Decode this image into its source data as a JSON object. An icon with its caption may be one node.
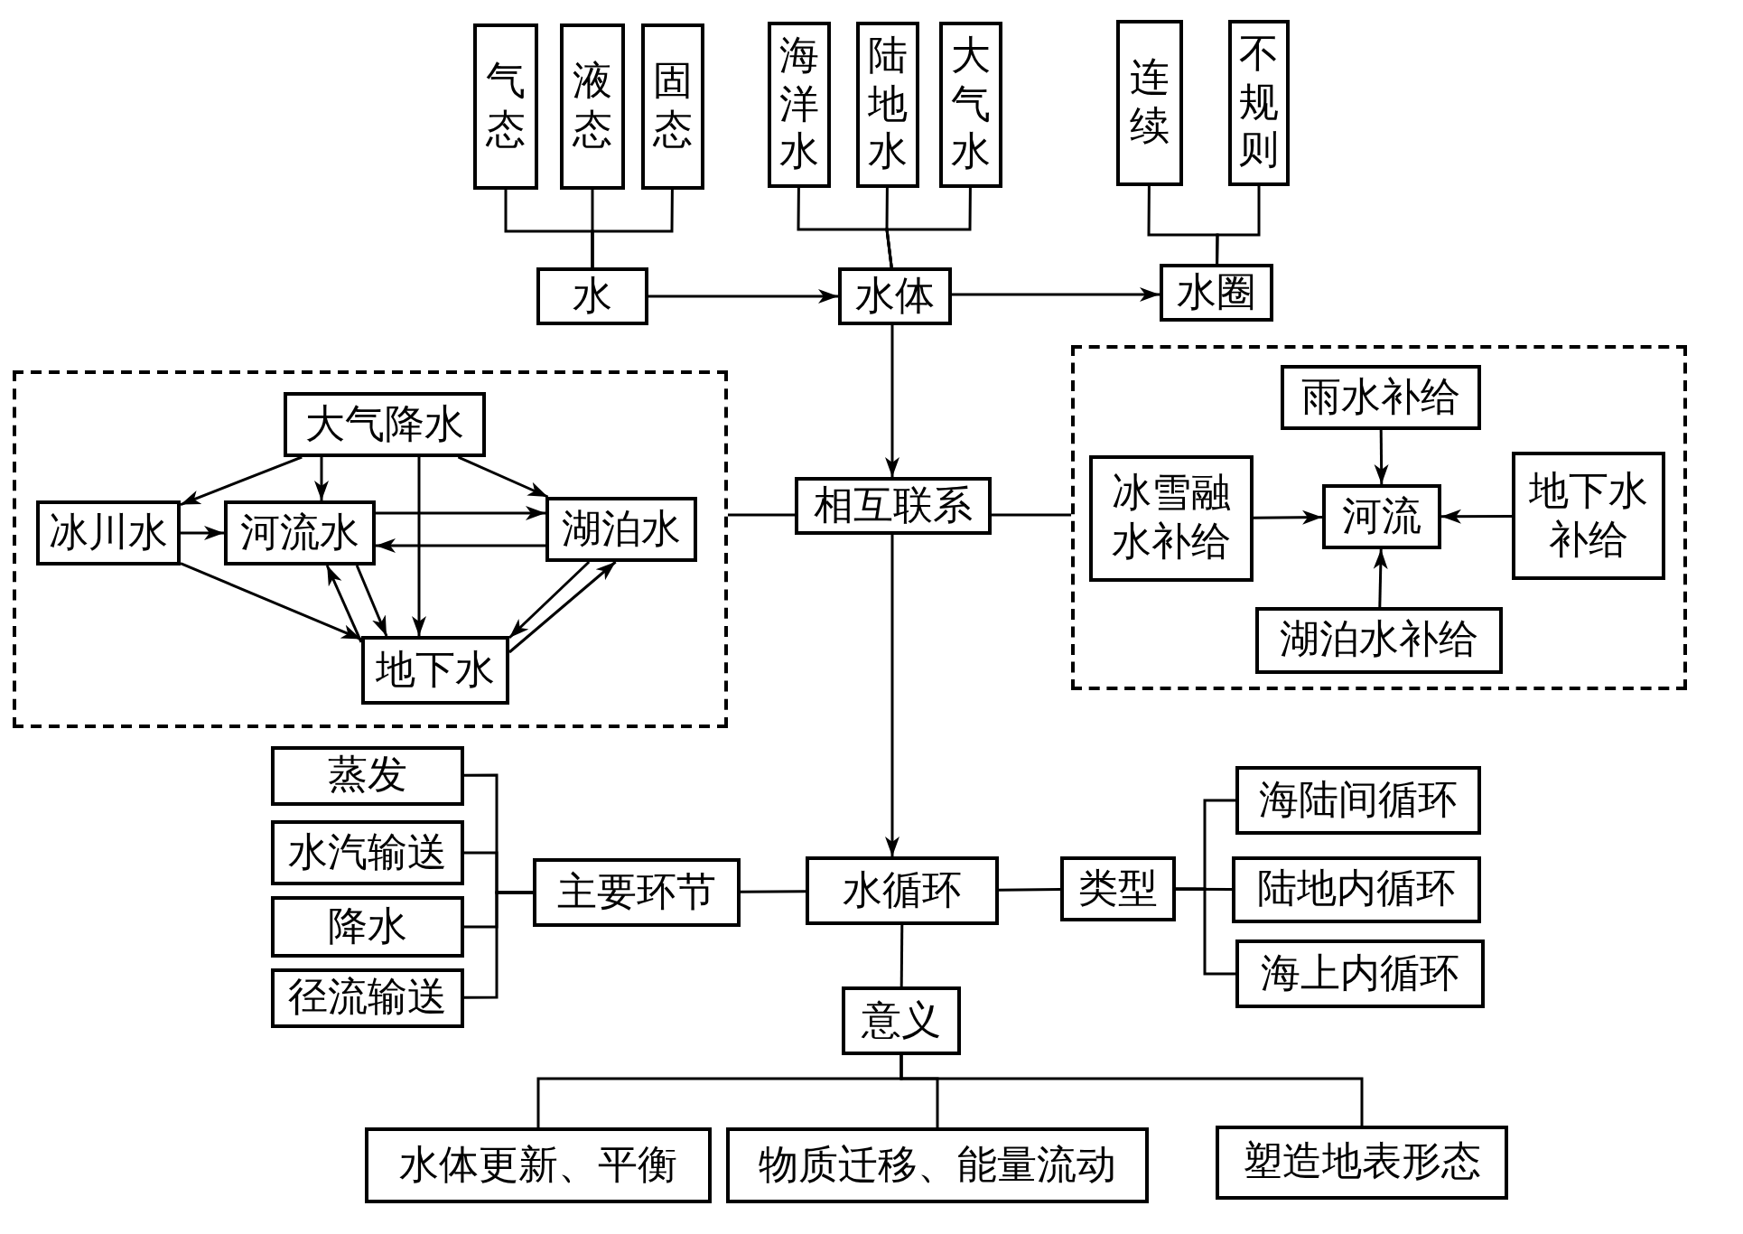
{
  "diagram": {
    "nodes": [
      {
        "text": [
          "气态"
        ]
      },
      {
        "text": [
          "液态"
        ]
      },
      {
        "text": [
          "固态"
        ]
      },
      {
        "text": [
          "海洋水"
        ]
      },
      {
        "text": [
          "陆地水"
        ]
      },
      {
        "text": [
          "大气水"
        ]
      },
      {
        "text": [
          "连续"
        ]
      },
      {
        "text": [
          "不规则"
        ]
      },
      {
        "text": [
          "水"
        ]
      },
      {
        "text": [
          "水体"
        ]
      },
      {
        "text": [
          "水圈"
        ]
      },
      {
        "text": [],
        "shape": "box"
      },
      {
        "text": [
          "大气降水"
        ],
        "in": 11
      },
      {
        "text": [
          "冰川水"
        ],
        "in": 11
      },
      {
        "text": [
          "河流水"
        ],
        "in": 11
      },
      {
        "text": [
          "湖泊水"
        ],
        "in": 11
      },
      {
        "text": [
          "地下水"
        ],
        "in": 11
      },
      {
        "text": [
          "相互联系"
        ]
      },
      {
        "text": [],
        "shape": "box"
      },
      {
        "text": [
          "雨水补给"
        ],
        "in": 18
      },
      {
        "text": [
          "冰雪融水补给"
        ],
        "in": 18
      },
      {
        "text": [
          "河流"
        ],
        "in": 18
      },
      {
        "text": [
          "地下水补给"
        ],
        "in": 18
      },
      {
        "text": [
          "湖泊水补给"
        ],
        "in": 18
      },
      {
        "text": [
          "蒸发"
        ]
      },
      {
        "text": [
          "水汽输送"
        ]
      },
      {
        "text": [
          "降水"
        ]
      },
      {
        "text": [
          "径流输送"
        ]
      },
      {
        "text": [
          "主要环节"
        ]
      },
      {
        "text": [
          "水循环"
        ]
      },
      {
        "text": [
          "类型"
        ]
      },
      {
        "text": [
          "海陆间循环"
        ]
      },
      {
        "text": [
          "陆地内循环"
        ]
      },
      {
        "text": [
          "海上内循环"
        ]
      },
      {
        "text": [
          "意义"
        ]
      },
      {
        "text": [
          "水体更新、平衡"
        ]
      },
      {
        "text": [
          "物质迁移、能量流动"
        ]
      },
      {
        "text": [
          "塑造地表形态"
        ]
      }
    ],
    "edges": [
      {
        "from": 0,
        "to": 8,
        "arrow": "none"
      },
      {
        "from": 1,
        "to": 8,
        "arrow": "none"
      },
      {
        "from": 2,
        "to": 8,
        "arrow": "none"
      },
      {
        "from": 3,
        "to": 9,
        "arrow": "none"
      },
      {
        "from": 4,
        "to": 9,
        "arrow": "none"
      },
      {
        "from": 5,
        "to": 9,
        "arrow": "none"
      },
      {
        "from": 6,
        "to": 10,
        "arrow": "none"
      },
      {
        "from": 7,
        "to": 10,
        "arrow": "none"
      },
      {
        "from": 8,
        "to": 9,
        "arrow": "to"
      },
      {
        "from": 9,
        "to": 10,
        "arrow": "to"
      },
      {
        "from": 9,
        "to": 17,
        "arrow": "to"
      },
      {
        "from": 17,
        "to": 11,
        "arrow": "none"
      },
      {
        "from": 17,
        "to": 18,
        "arrow": "none"
      },
      {
        "from": 12,
        "to": 13,
        "arrow": "to"
      },
      {
        "from": 12,
        "to": 14,
        "arrow": "to"
      },
      {
        "from": 12,
        "to": 15,
        "arrow": "to"
      },
      {
        "from": 12,
        "to": 16,
        "arrow": "to"
      },
      {
        "from": 13,
        "to": 14,
        "arrow": "to"
      },
      {
        "from": 13,
        "to": 16,
        "arrow": "to"
      },
      {
        "from": 14,
        "to": 15,
        "arrow": "to"
      },
      {
        "from": 15,
        "to": 14,
        "arrow": "to"
      },
      {
        "from": 14,
        "to": 16,
        "arrow": "to"
      },
      {
        "from": 16,
        "to": 14,
        "arrow": "to"
      },
      {
        "from": 15,
        "to": 16,
        "arrow": "to"
      },
      {
        "from": 16,
        "to": 15,
        "arrow": "to"
      },
      {
        "from": 19,
        "to": 21,
        "arrow": "to"
      },
      {
        "from": 20,
        "to": 21,
        "arrow": "to"
      },
      {
        "from": 22,
        "to": 21,
        "arrow": "to"
      },
      {
        "from": 23,
        "to": 21,
        "arrow": "to"
      },
      {
        "from": 17,
        "to": 29,
        "arrow": "to"
      },
      {
        "from": 24,
        "to": 28,
        "arrow": "none"
      },
      {
        "from": 25,
        "to": 28,
        "arrow": "none"
      },
      {
        "from": 26,
        "to": 28,
        "arrow": "none"
      },
      {
        "from": 27,
        "to": 28,
        "arrow": "none"
      },
      {
        "from": 28,
        "to": 29,
        "arrow": "none"
      },
      {
        "from": 29,
        "to": 30,
        "arrow": "none"
      },
      {
        "from": 30,
        "to": 31,
        "arrow": "none"
      },
      {
        "from": 30,
        "to": 32,
        "arrow": "none"
      },
      {
        "from": 30,
        "to": 33,
        "arrow": "none"
      },
      {
        "from": 29,
        "to": 34,
        "arrow": "none"
      },
      {
        "from": 34,
        "to": 35,
        "arrow": "none"
      },
      {
        "from": 34,
        "to": 36,
        "arrow": "none"
      },
      {
        "from": 34,
        "to": 37,
        "arrow": "none"
      }
    ]
  }
}
